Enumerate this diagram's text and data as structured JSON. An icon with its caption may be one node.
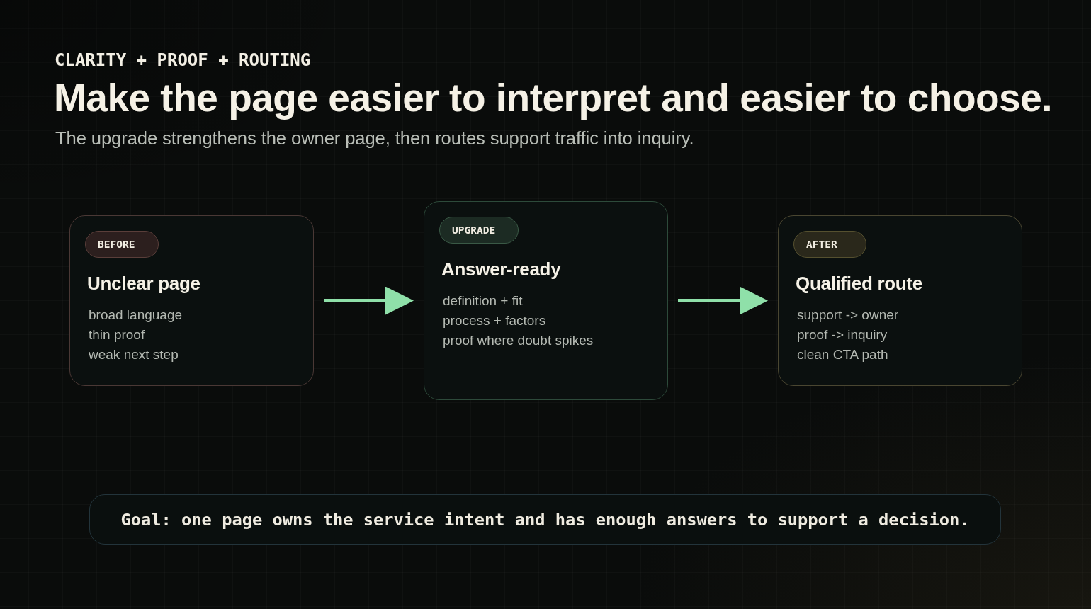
{
  "diagram": {
    "title": "Make the page easier to interpret and easier to choose.",
    "nodes": [
      {
        "text": [
          "Unclear page",
          "broad language",
          "thin proof",
          "weak next step"
        ]
      },
      {
        "text": [
          "BEFORE"
        ],
        "in": 0
      },
      {
        "text": [
          "Answer-ready",
          "definition + fit",
          "process + factors",
          "proof where doubt spikes"
        ]
      },
      {
        "text": [
          "UPGRADE"
        ],
        "in": 2
      },
      {
        "text": [
          "Qualified route",
          "support -> owner",
          "proof -> inquiry",
          "clean CTA path"
        ]
      },
      {
        "text": [
          "AFTER"
        ],
        "in": 4
      },
      {
        "text": [
          "Goal: one page owns the service intent and has enough answers to support a decision."
        ]
      }
    ],
    "edges": [
      {
        "from": 0,
        "to": 2,
        "arrow": "to"
      },
      {
        "from": 2,
        "to": 4,
        "arrow": "to"
      }
    ],
    "labels": [
      "CLARITY + PROOF + ROUTING",
      "The upgrade strengthens the owner page, then routes support traffic into inquiry."
    ]
  }
}
